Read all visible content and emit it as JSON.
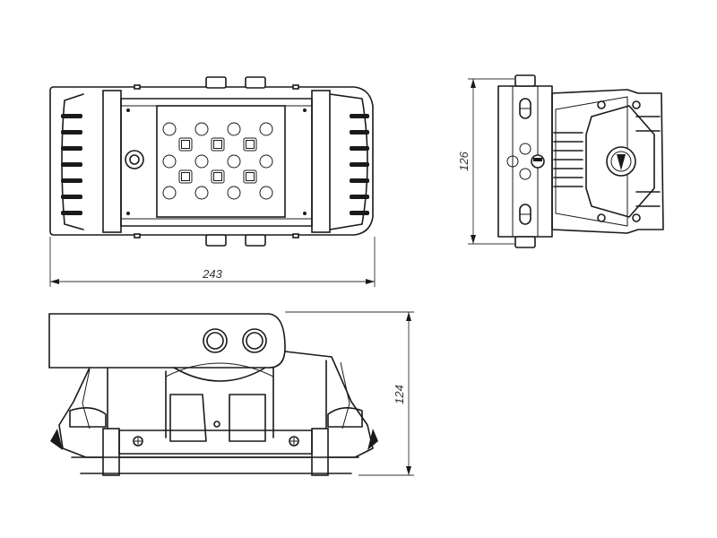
{
  "dimensions": {
    "front_width": "243",
    "side_height": "126",
    "rear_height": "124"
  },
  "colors": {
    "line": "#1a1a1a",
    "dimension": "#333333",
    "background": "#ffffff"
  }
}
